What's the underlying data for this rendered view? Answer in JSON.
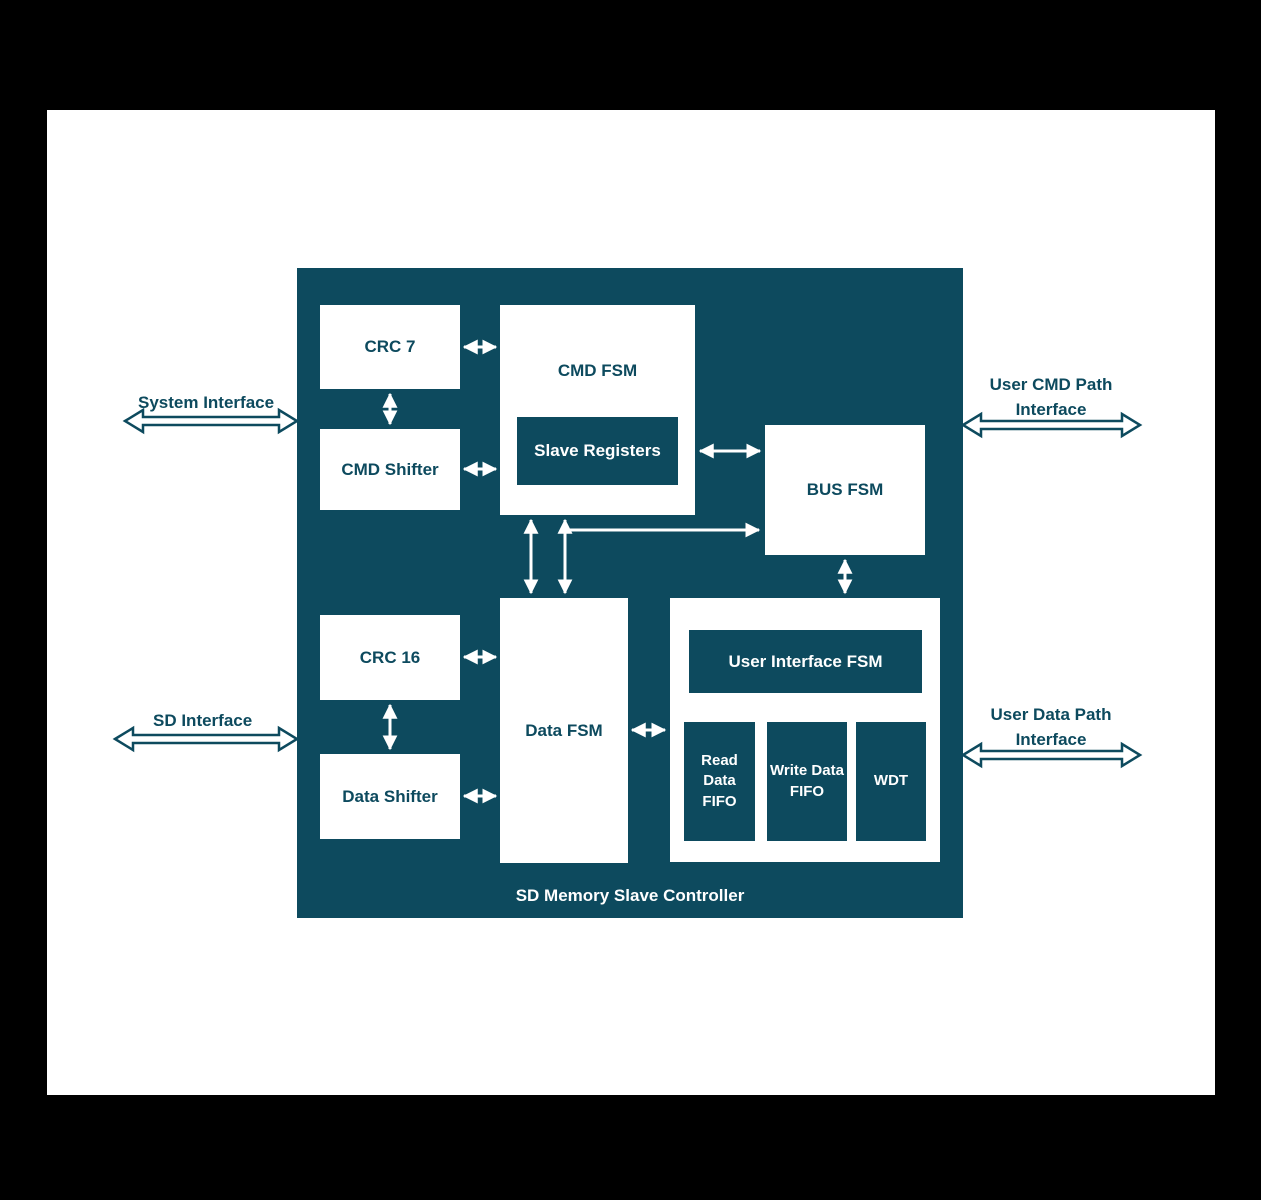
{
  "colors": {
    "block_teal": "#0d4a5e",
    "canvas_white": "#ffffff",
    "frame_black": "#000000",
    "inner_arrow": "#ffffff"
  },
  "controller": {
    "title": "SD Memory Slave Controller",
    "crc7": "CRC 7",
    "cmd_fsm": "CMD FSM",
    "slave_registers": "Slave Registers",
    "cmd_shifter": "CMD Shifter",
    "bus_fsm": "BUS FSM",
    "crc16": "CRC 16",
    "data_fsm": "Data FSM",
    "data_shifter": "Data Shifter",
    "user_interface_fsm": "User Interface FSM",
    "read_data_fifo": "Read Data FIFO",
    "write_data_fifo": "Write Data FIFO",
    "wdt": "WDT"
  },
  "external": {
    "system_interface": "System Interface",
    "sd_interface": "SD Interface",
    "user_cmd_line1": "User CMD Path",
    "user_cmd_line2": "Interface",
    "user_data_line1": "User Data Path",
    "user_data_line2": "Interface"
  }
}
